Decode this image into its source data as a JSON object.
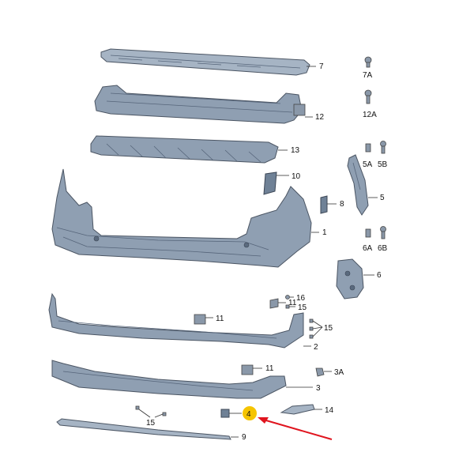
{
  "callouts": {
    "c7": "7",
    "c7A": "7A",
    "c12": "12",
    "c12A": "12A",
    "c13": "13",
    "c5A": "5A",
    "c5B": "5B",
    "c10": "10",
    "c8": "8",
    "c5": "5",
    "c1": "1",
    "c6A": "6A",
    "c6B": "6B",
    "c6": "6",
    "c16": "16",
    "c11a": "11",
    "c15a": "15",
    "c11b": "11",
    "c15b": "15",
    "c2": "2",
    "c11c": "11",
    "c3A": "3A",
    "c3": "3",
    "c14": "14",
    "c15c": "15",
    "c4": "4",
    "c9": "9"
  },
  "colors": {
    "part_fill": "#8f9fb2",
    "highlight": "#f5c400",
    "arrow": "#e0141e"
  }
}
